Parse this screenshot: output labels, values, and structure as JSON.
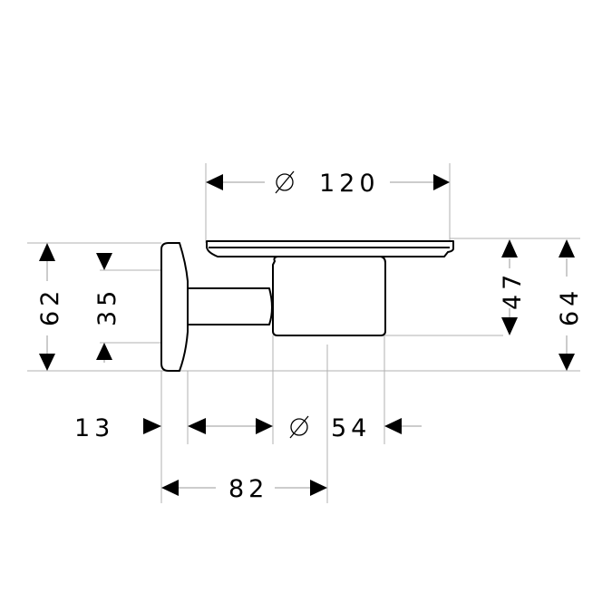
{
  "dimensions": {
    "top_diameter": {
      "symbol": "⌀",
      "value": "120"
    },
    "bottom_diameter": {
      "symbol": "⌀",
      "value": "54"
    },
    "left_outer": "62",
    "left_inner": "35",
    "right_inner": "47",
    "right_outer": "64",
    "wall_depth": "13",
    "total_depth": "82"
  },
  "colors": {
    "line": "#000000",
    "extension": "#b0b0b0",
    "background": "#ffffff"
  }
}
